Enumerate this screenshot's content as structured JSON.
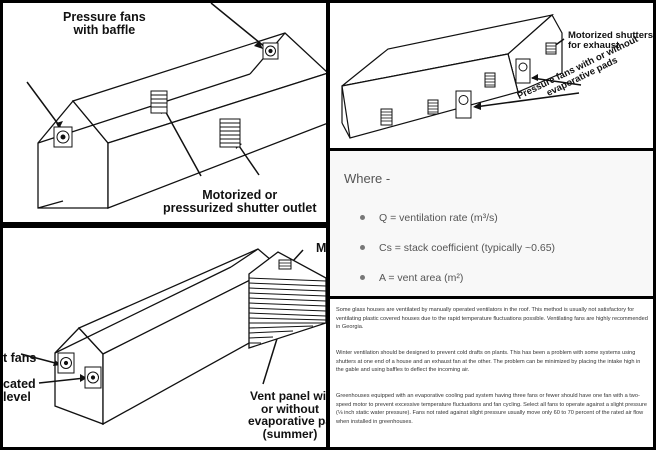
{
  "panel1": {
    "label_fans": "Pressure fans\nwith baffle",
    "label_shutter": "Motorized or\npressurized shutter outlet"
  },
  "panel2": {
    "label_shutters": "Motorized shutters\nfor exhaust",
    "label_fans": "Pressure fans with or without\nevaporative pads"
  },
  "panel3": {
    "label_top": "M",
    "label_fans": "t fans",
    "label_cated": "cated\nlevel",
    "label_vent": "Vent panel wit\nor without\nevaporative pa\n(summer)"
  },
  "formula": {
    "where": "Where -",
    "items": [
      "Q = ventilation rate (m³/s)",
      "Cs = stack coefficient (typically ~0.65)",
      "A = vent area (m²)"
    ]
  },
  "text": {
    "p1": "Some glass houses are ventilated by manually operated ventilators in the roof. This method is usually not satisfactory for ventilating plastic covered houses due to the rapid temperature fluctuations possible. Ventilating fans are highly recommended in Georgia.",
    "p2": "Winter ventilation should be designed to prevent cold drafts on plants. This has been a problem with some systems using shutters at one end of a house and an exhaust fan at the other. The problem can be minimized by placing the intake high in the gable and using baffles to deflect the incoming air.",
    "p3": "Greenhouses equipped with an evaporative cooling pad system having three fans or fewer should have one fan with a two-speed motor to prevent excessive temperature fluctuations and fan cycling. Select all fans to operate against a slight pressure (⅛ inch static water pressure). Fans not rated against slight pressure usually move only 60 to 70 percent of the rated air flow when installed in greenhouses."
  }
}
